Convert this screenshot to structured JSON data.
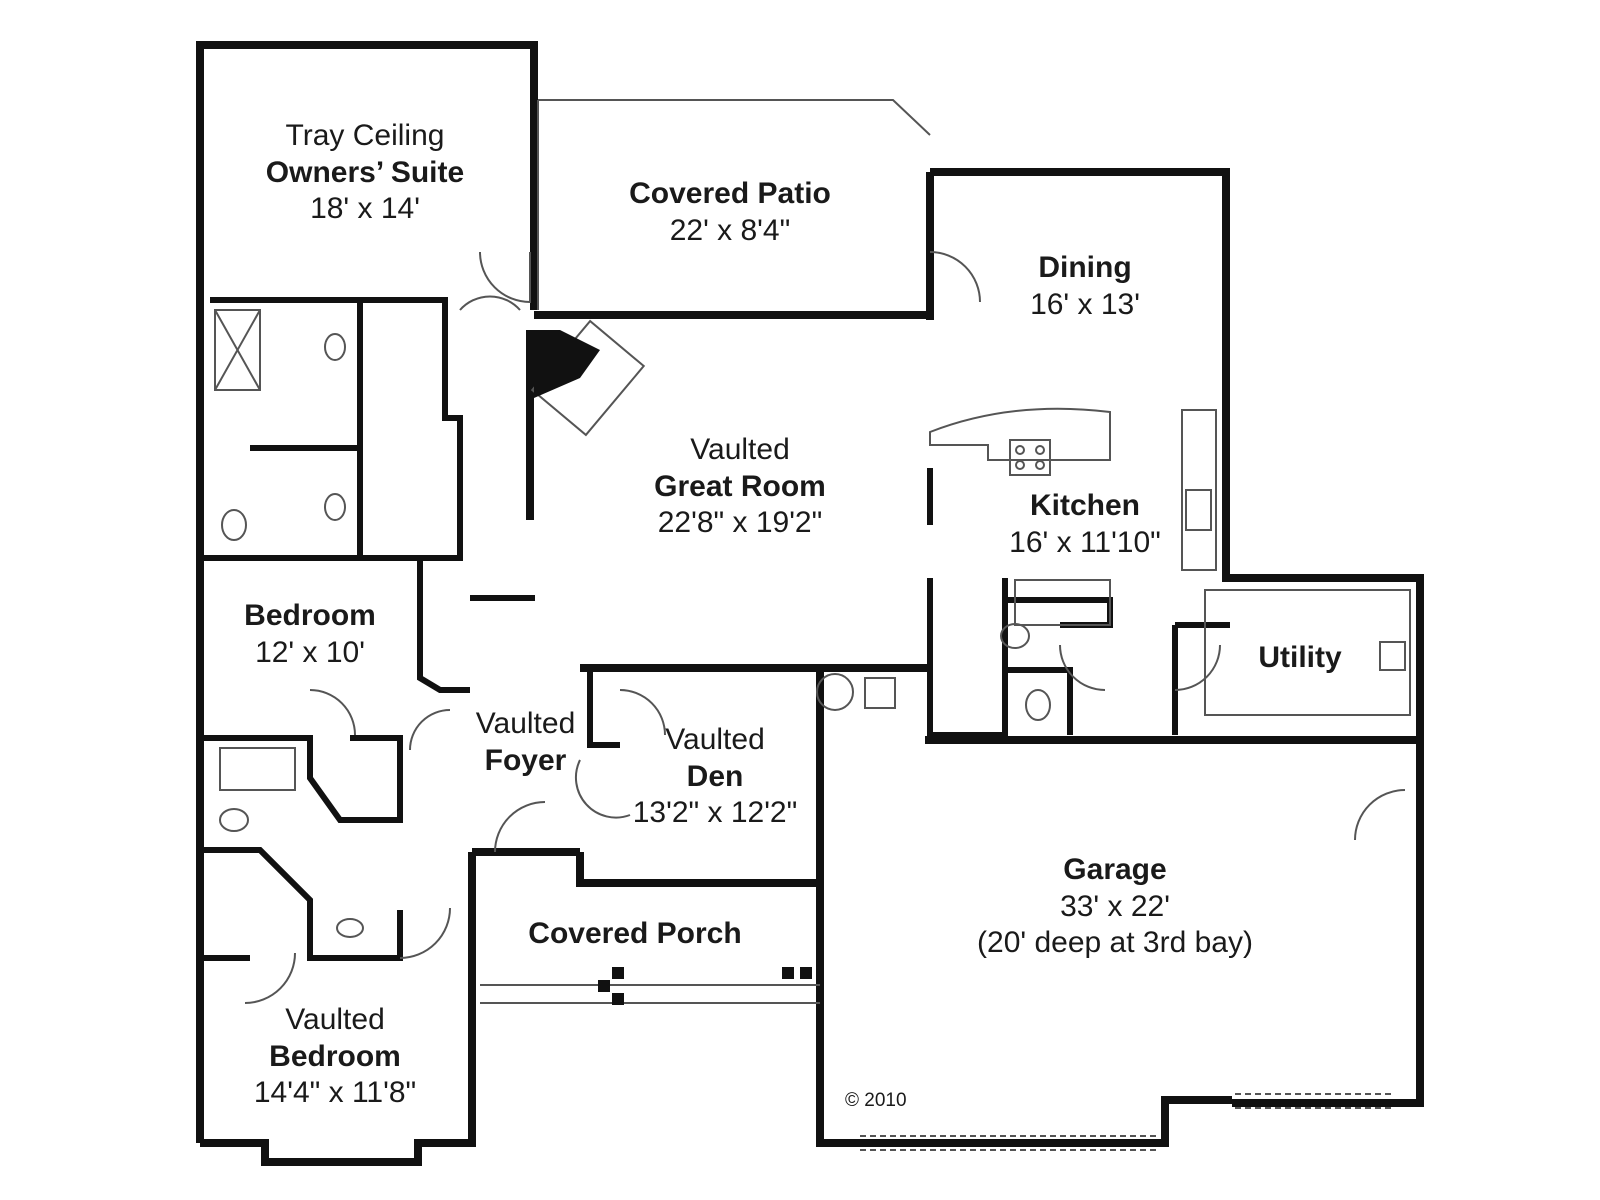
{
  "rooms": {
    "owners_suite": {
      "note": "Tray Ceiling",
      "name": "Owners’ Suite",
      "size": "18' x 14'"
    },
    "covered_patio": {
      "name": "Covered Patio",
      "size": "22' x 8'4\""
    },
    "dining": {
      "name": "Dining",
      "size": "16' x 13'"
    },
    "great_room": {
      "note": "Vaulted",
      "name": "Great Room",
      "size": "22'8\" x 19'2\""
    },
    "kitchen": {
      "name": "Kitchen",
      "size": "16' x 11'10\""
    },
    "bedroom": {
      "name": "Bedroom",
      "size": "12' x 10'"
    },
    "utility": {
      "name": "Utility"
    },
    "foyer": {
      "note": "Vaulted",
      "name": "Foyer"
    },
    "den": {
      "note": "Vaulted",
      "name": "Den",
      "size": "13'2\" x 12'2\""
    },
    "garage": {
      "name": "Garage",
      "size": "33' x 22'",
      "note": "(20' deep at 3rd bay)"
    },
    "covered_porch": {
      "name": "Covered Porch"
    },
    "vaulted_bedroom": {
      "note": "Vaulted",
      "name": "Bedroom",
      "size": "14'4\" x 11'8\""
    }
  },
  "copyright": "© 2010",
  "colors": {
    "wall": "#111111",
    "line": "#555555",
    "background": "#ffffff"
  }
}
